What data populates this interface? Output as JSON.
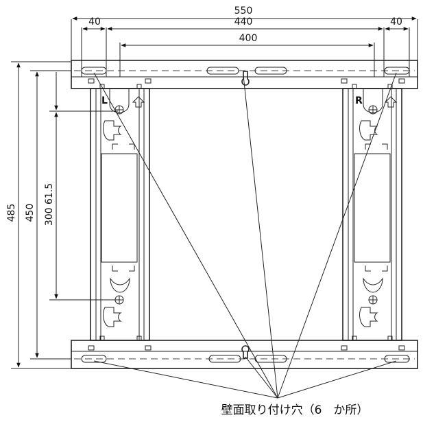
{
  "dimensions": {
    "overall_width": "550",
    "hole_pitch": "440",
    "inner_width": "400",
    "left_offset": "40",
    "right_offset": "40",
    "overall_height": "485",
    "frame_height": "450",
    "vertical_pair": "300 61.5"
  },
  "labels": {
    "left_marker": "L",
    "right_marker": "R"
  },
  "caption": "壁面取り付け穴（6　か所）"
}
